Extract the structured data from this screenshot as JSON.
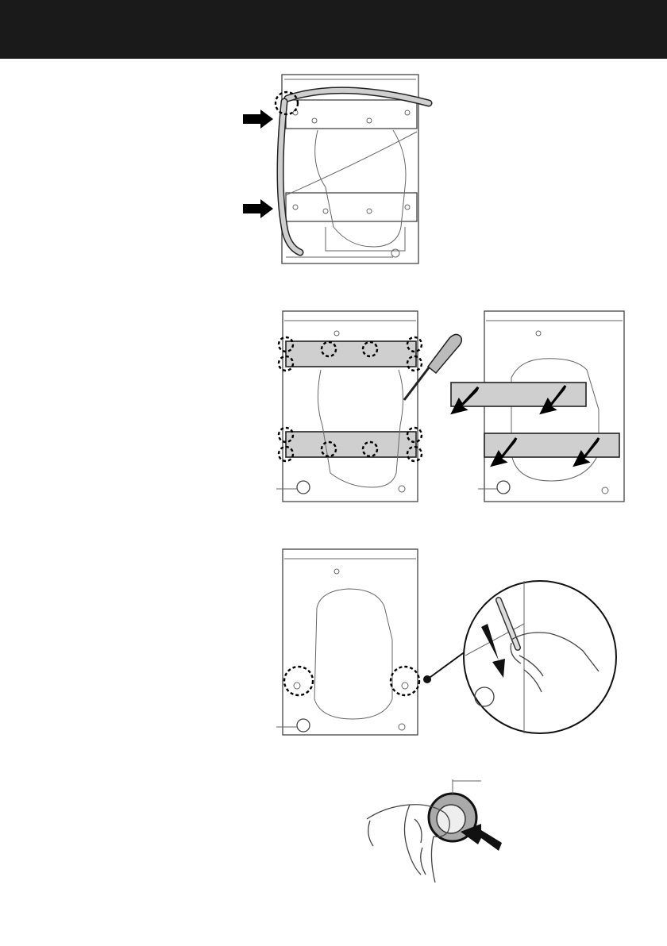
{
  "page": {
    "header_color": "#1a1a1a",
    "background_color": "#ffffff"
  },
  "figures": [
    {
      "name": "hose-removal",
      "icons": [
        "arrow-right-icon",
        "dashed-circle-icon"
      ]
    },
    {
      "name": "transit-bracket-removal",
      "icons": [
        "screwdriver-icon",
        "dashed-circle-icon",
        "arrow-down-left-icon"
      ]
    },
    {
      "name": "transit-bolt-removal",
      "icons": [
        "spanner-icon",
        "dashed-circle-icon",
        "magnifier-icon"
      ]
    },
    {
      "name": "cover-cap-insertion",
      "icons": [
        "hand-icon",
        "cap-icon",
        "arrow-left-icon"
      ]
    }
  ]
}
